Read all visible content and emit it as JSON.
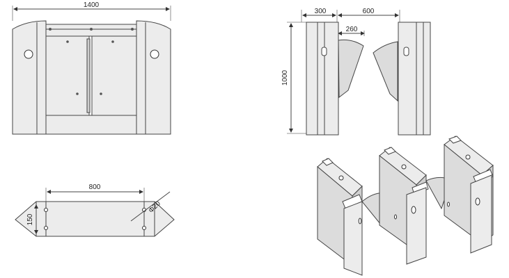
{
  "dimensions": {
    "front_width": "1400",
    "side_width_a": "300",
    "side_gap": "600",
    "side_wing": "260",
    "side_height": "1000",
    "top_length": "800",
    "top_height": "150",
    "top_diameter": "Φ20"
  }
}
